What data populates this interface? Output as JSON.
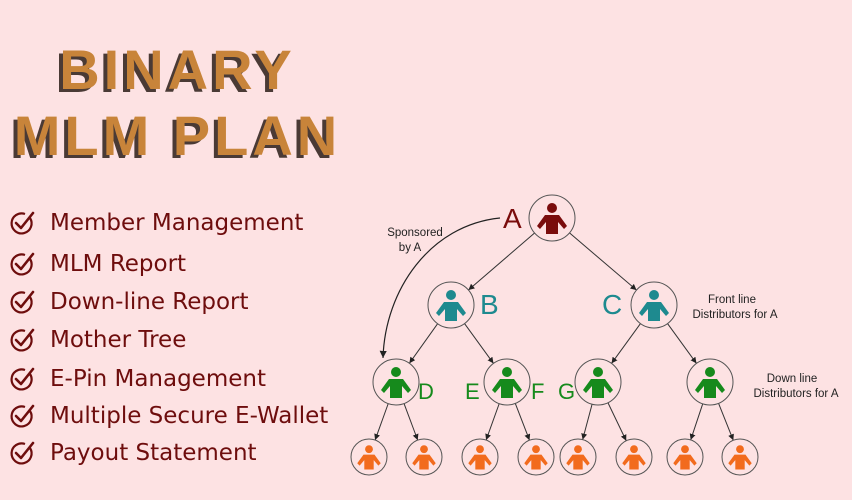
{
  "title": {
    "line1": "BINARY",
    "line2": "MLM PLAN"
  },
  "features": [
    "Member Management",
    "MLM Report",
    "Down-line Report",
    "Mother Tree",
    "E-Pin Management",
    "Multiple Secure E-Wallet",
    "Payout Statement"
  ],
  "diagram": {
    "nodes": {
      "a": "A",
      "b": "B",
      "c": "C",
      "d": "D",
      "e": "E",
      "f": "F",
      "g": "G"
    },
    "annotations": {
      "sponsored_1": "Sponsored",
      "sponsored_2": "by A",
      "front_1": "Front line",
      "front_2": "Distributors for A",
      "down_1": "Down line",
      "down_2": "Distributors for A"
    },
    "colors": {
      "level0": "#7a0c0c",
      "level1": "#1e8a8f",
      "level2": "#168a1c",
      "level3": "#f26b1d"
    }
  }
}
